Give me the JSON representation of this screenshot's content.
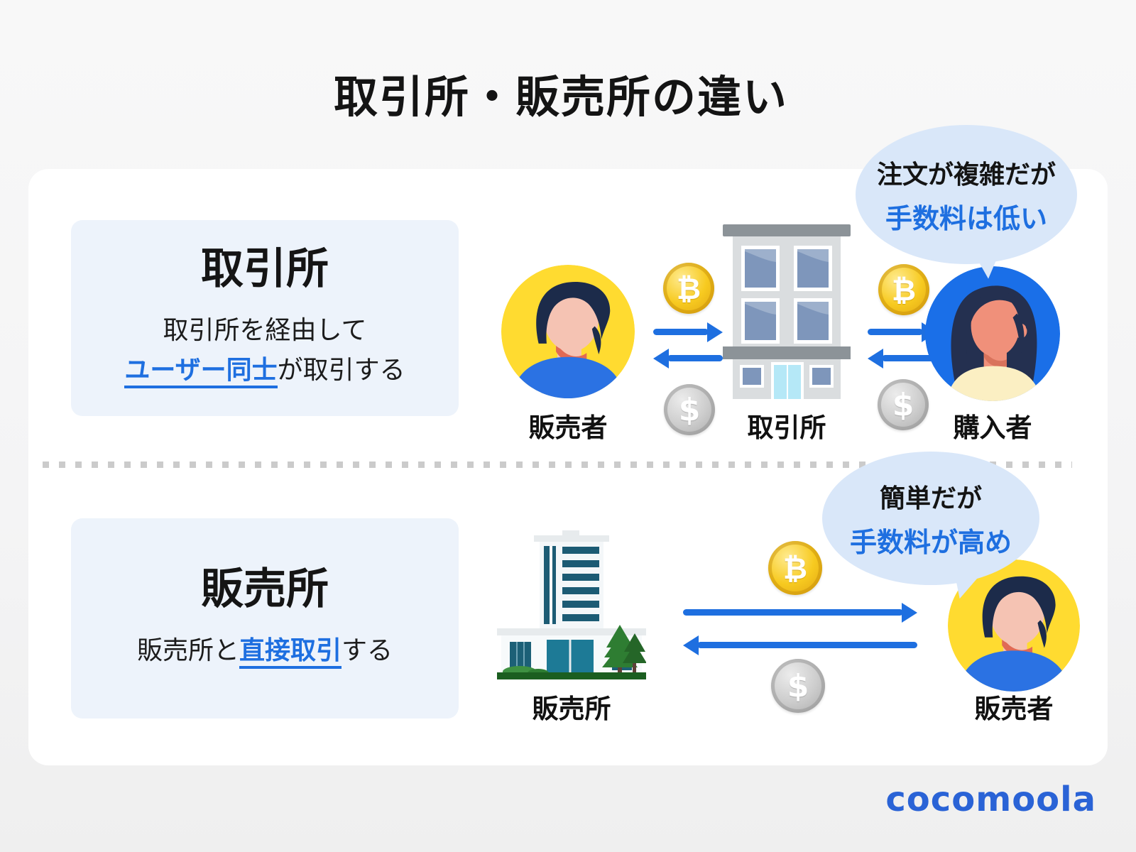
{
  "page": {
    "title": "取引所・販売所の違い"
  },
  "brand": {
    "logo": "cocomoola"
  },
  "icons": {
    "bitcoin": "₿",
    "dollar": "$"
  },
  "colors": {
    "accent_blue": "#1e6fe0",
    "bubble_bg": "#d9e7f9",
    "panel_bg": "#edf3fb",
    "card_bg": "#ffffff",
    "coin_gold": "#f7ca20",
    "coin_silver": "#cdcdcd",
    "avatar_yellow": "#ffdb30",
    "avatar_blue": "#1a6fe8"
  },
  "exchange": {
    "panel": {
      "heading": "取引所",
      "desc_line1": "取引所を経由して",
      "desc_link": "ユーザー同士",
      "desc_tail": "が取引する"
    },
    "bubble": {
      "line1": "注文が複雑だが",
      "line2": "手数料は低い"
    },
    "labels": {
      "seller": "販売者",
      "building": "取引所",
      "buyer": "購入者"
    }
  },
  "dealer": {
    "panel": {
      "heading": "販売所",
      "desc_lead": "販売所と",
      "desc_link": "直接取引",
      "desc_tail": "する"
    },
    "bubble": {
      "line1": "簡単だが",
      "line2": "手数料が高め"
    },
    "labels": {
      "building": "販売所",
      "seller": "販売者"
    }
  }
}
